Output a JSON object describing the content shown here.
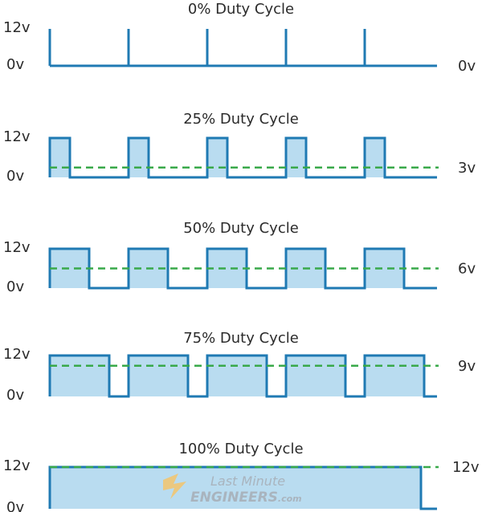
{
  "levels": {
    "high": "12v",
    "low": "0v"
  },
  "panels": [
    {
      "title": "0% Duty Cycle",
      "duty": 0,
      "average": "0v"
    },
    {
      "title": "25% Duty Cycle",
      "duty": 0.25,
      "average": "3v"
    },
    {
      "title": "50% Duty Cycle",
      "duty": 0.5,
      "average": "6v"
    },
    {
      "title": "75% Duty Cycle",
      "duty": 0.75,
      "average": "9v"
    },
    {
      "title": "100% Duty Cycle",
      "duty": 1,
      "average": "12v"
    }
  ],
  "watermark": {
    "line1": "Last Minute",
    "line2": "ENGINEERS",
    "line2_suffix": ".com"
  },
  "colors": {
    "signal": "#1f7ab3",
    "fill": "#b9dcf0",
    "average": "#39a94a",
    "text": "#2b2b2b"
  }
}
